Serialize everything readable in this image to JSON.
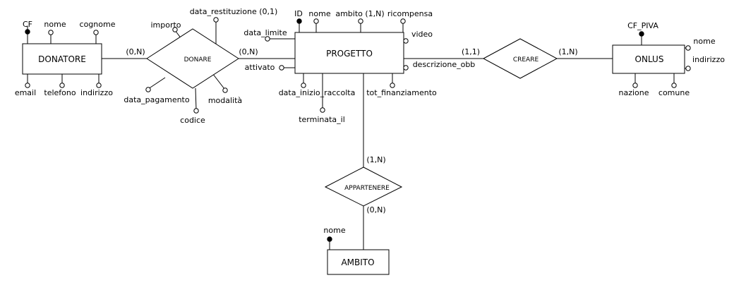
{
  "entities": {
    "donatore": "DONATORE",
    "progetto": "PROGETTO",
    "onlus": "ONLUS",
    "ambito": "AMBITO"
  },
  "relationships": {
    "donare": "DONARE",
    "creare": "CREARE",
    "appartenere": "APPARTENERE"
  },
  "attributes": {
    "donatore": {
      "cf": "CF",
      "nome": "nome",
      "cognome": "cognome",
      "email": "email",
      "telefono": "telefono",
      "indirizzo": "indirizzo"
    },
    "donare": {
      "importo": "importo",
      "data_restituzione": "data_restituzione (0,1)",
      "data_pagamento": "data_pagamento",
      "codice": "codice",
      "modalita": "modalità"
    },
    "progetto": {
      "id": "ID",
      "nome": "nome",
      "ambito": "ambito (1,N)",
      "ricompensa": "ricompensa",
      "data_limite": "data_limite",
      "video": "video",
      "attivato": "attivato",
      "descrizione_obb": "descrizione_obb",
      "data_inizio_raccolta": "data_inizio_raccolta",
      "tot_finanziamento": "tot_finanziamento",
      "terminata_il": "terminata_il"
    },
    "onlus": {
      "cf_piva": "CF_PIVA",
      "nome": "nome",
      "indirizzo": "indirizzo",
      "nazione": "nazione",
      "comune": "comune"
    },
    "ambito": {
      "nome": "nome"
    }
  },
  "cardinalities": {
    "donatore_donare": "(0,N)",
    "progetto_donare": "(0,N)",
    "progetto_creare": "(1,1)",
    "onlus_creare": "(1,N)",
    "progetto_appartenere": "(1,N)",
    "ambito_appartenere": "(0,N)"
  }
}
